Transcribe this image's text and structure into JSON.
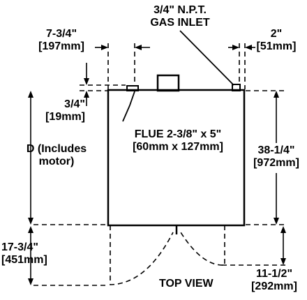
{
  "gas_inlet": {
    "line1": "3/4\" N.P.T.",
    "line2": "GAS INLET"
  },
  "dim_left_top": {
    "imperial": "7-3/4\"",
    "metric": "[197mm]"
  },
  "dim_right_top": {
    "imperial": "2\"",
    "metric": "[51mm]"
  },
  "dim_flue_offset": {
    "imperial": "3/4\"",
    "metric": "[19mm]"
  },
  "flue": {
    "line1": "FLUE 2-3/8\" x 5\"",
    "line2": "[60mm x 127mm]"
  },
  "dim_depth": {
    "line1": "D (Includes",
    "line2": "motor)"
  },
  "dim_height": {
    "imperial": "38-1/4\"",
    "metric": "[972mm]"
  },
  "dim_door_left": {
    "imperial": "17-3/4\"",
    "metric": "[451mm]"
  },
  "dim_door_right": {
    "imperial": "11-1/2\"",
    "metric": "[292mm]"
  },
  "view_label": "TOP VIEW"
}
